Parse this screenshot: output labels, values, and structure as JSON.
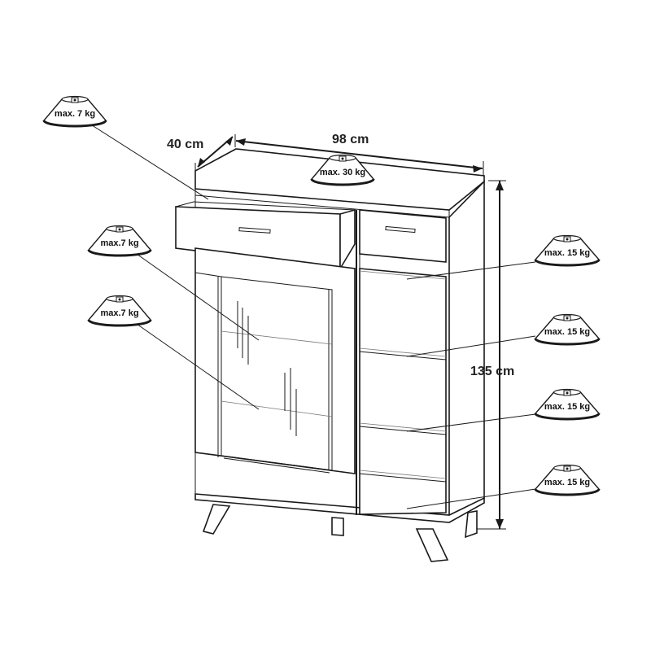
{
  "dimensions": {
    "depth": "40 cm",
    "width": "98 cm",
    "height": "135 cm"
  },
  "load_badges": [
    {
      "id": "top",
      "label": "max. 30 kg"
    },
    {
      "id": "drawer",
      "label": "max. 7 kg"
    },
    {
      "id": "left-shelf-1",
      "label": "max.7 kg"
    },
    {
      "id": "left-shelf-2",
      "label": "max.7 kg"
    },
    {
      "id": "right-shelf-1",
      "label": "max. 15 kg"
    },
    {
      "id": "right-shelf-2",
      "label": "max. 15 kg"
    },
    {
      "id": "right-shelf-3",
      "label": "max. 15 kg"
    },
    {
      "id": "right-shelf-4",
      "label": "max. 15 kg"
    }
  ],
  "colors": {
    "line": "#1a1a1a",
    "text": "#222222",
    "badge_fill": "#ffffff"
  },
  "icons": {
    "weight_badge": "weight-icon"
  }
}
